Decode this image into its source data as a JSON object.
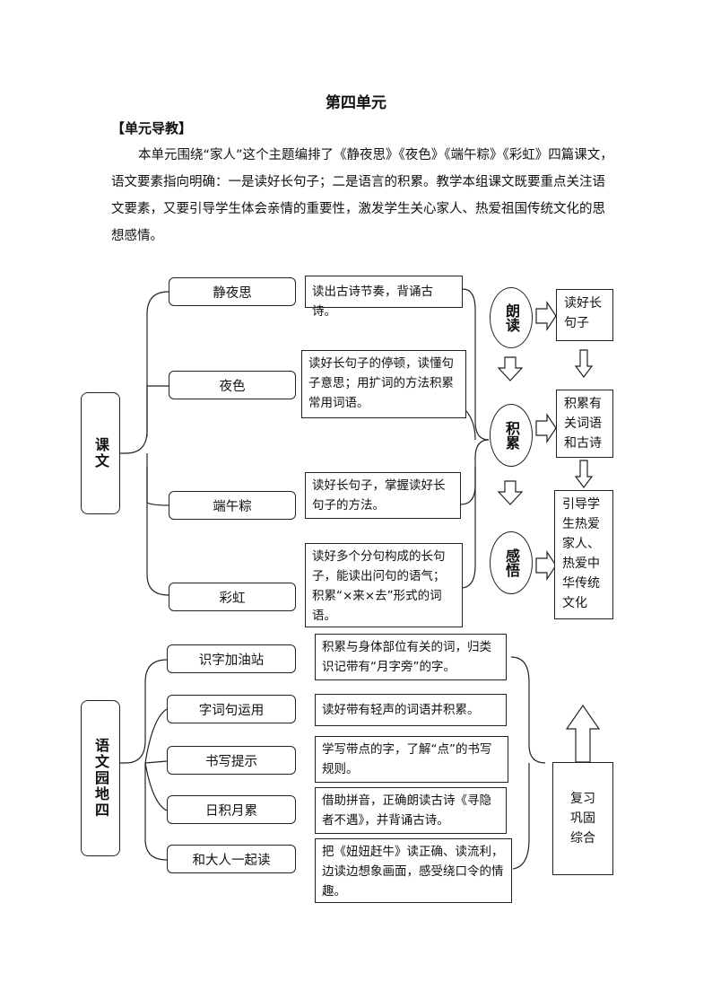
{
  "title": "第四单元",
  "section_head": "【单元导教】",
  "intro": "本单元围绕“家人”这个主题编排了《静夜思》《夜色》《端午粽》《彩虹》四篇课文，语文要素指向明确：一是读好长句子；二是语言的积累。教学本组课文既要重点关注语文要素，又要引导学生体会亲情的重要性，激发学生关心家人、热爱祖国传统文化的思想感情。",
  "kewen": {
    "label": "课文",
    "items": [
      {
        "title": "静夜思",
        "desc": "读出古诗节奏，背诵古诗。"
      },
      {
        "title": "夜色",
        "desc": "读好长句子的停顿，读懂句子意思；用扩词的方法积累常用词语。"
      },
      {
        "title": "端午粽",
        "desc": "读好长句子，掌握读好长句子的方法。"
      },
      {
        "title": "彩虹",
        "desc": "读好多个分句构成的长句子，能读出问句的语气；积累“×来×去”形式的词语。"
      }
    ]
  },
  "goals": [
    {
      "oval": "朗读",
      "box": "读好长句子"
    },
    {
      "oval": "积累",
      "box": "积累有关词语和古诗"
    },
    {
      "oval": "感悟",
      "box": "引导学生热爱家人、热爱中华传统文化"
    }
  ],
  "yuandi": {
    "label": "语文园地四",
    "items": [
      {
        "title": "识字加油站",
        "desc": "积累与身体部位有关的词，归类识记带有“月字旁”的字。"
      },
      {
        "title": "字词句运用",
        "desc": "读好带有轻声的词语并积累。"
      },
      {
        "title": "书写提示",
        "desc": "学写带点的字，了解“点”的书写规则。"
      },
      {
        "title": "日积月累",
        "desc": "借助拼音，正确朗读古诗《寻隐者不遇》，并背诵古诗。"
      },
      {
        "title": "和大人一起读",
        "desc": "把《妞妞赶牛》读正确、读流利，边读边想象画面，感受绕口令的情趣。"
      }
    ],
    "summary": "复习巩固综合"
  }
}
